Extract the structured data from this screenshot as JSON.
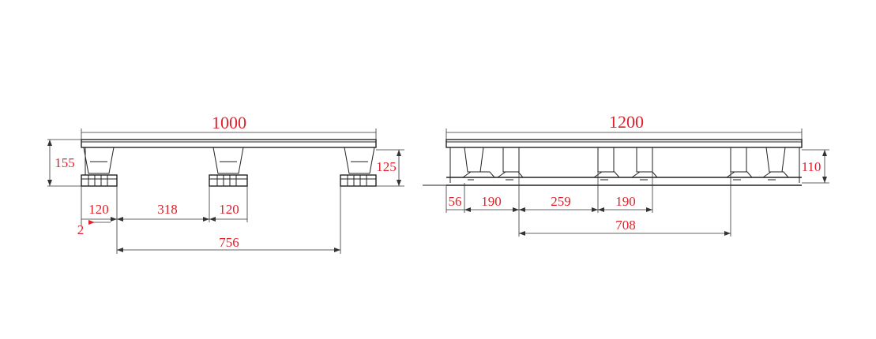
{
  "front_view": {
    "overall_width": "1000",
    "height_left": "155",
    "height_right": "125",
    "foot_width_left": "120",
    "foot_gap": "318",
    "foot_width_middle": "120",
    "edge_offset": "2",
    "foot_span": "756"
  },
  "side_view": {
    "overall_length": "1200",
    "height": "110",
    "edge_offset": "56",
    "block_left": "190",
    "block_gap": "259",
    "block_middle": "190",
    "inner_span": "708"
  },
  "colors": {
    "dimension_text": "#e0202a",
    "line": "#222222"
  }
}
